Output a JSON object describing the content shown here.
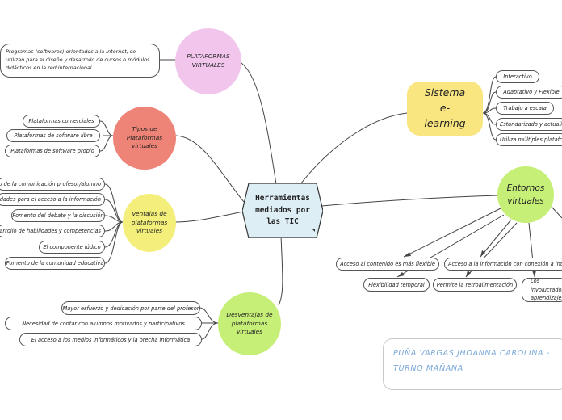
{
  "central": {
    "text": "Herramientas mediados por las TIC"
  },
  "colors": {
    "pink": "#f2c6ec",
    "salmon": "#ee8377",
    "yellow": "#f3ef7a",
    "green": "#c6ef77",
    "sistema": "#fae680",
    "central": "#ddeef5",
    "author_text": "#7aa8d8"
  },
  "plataformas": {
    "label": "PLATAFORMAS VIRTUALES",
    "definition": "Programas (softwares) orientados a la Internet, se utilizan para el diseño y desarrollo de cursos o módulos didácticos en la red internacional."
  },
  "tipos": {
    "label": "Tipos de Plataformas virtuales",
    "items": [
      "Plataformas comerciales",
      "Plataformas de software libre",
      "Plataformas de software propio"
    ]
  },
  "ventajas": {
    "label": "Ventajas de plataformas virtuales",
    "items": [
      "Fomento de la comunicación profesor/alumno",
      "Facilidades para el acceso a la información",
      "Fomento del debate y la discusión",
      "Desarrollo de habilidades y competencias",
      "El componente lúdico",
      "Fomento de la comunidad educativa"
    ]
  },
  "desventajas": {
    "label": "Desventajas de plataformas virtuales",
    "items": [
      "Mayor esfuerzo y dedicación por parte del profesor",
      "Necesidad de contar con alumnos motivados y participativos",
      "El acceso a los medios informáticos y la brecha informática"
    ]
  },
  "sistema": {
    "label": "Sistema e-learning",
    "items": [
      "Interactivo",
      "Adaptativo y Flexible",
      "Trabajo a escala",
      "Estandarizado y actualizado",
      "Utiliza múltiples plataformas"
    ]
  },
  "entornos": {
    "label": "Entornos virtuales",
    "items": [
      "Acceso al contenido es más flexible",
      "Acceso a la información con conexión a internet",
      "Flexibilidad temporal",
      "Permite la retroalimentación",
      "Los involucrados aprendizaje"
    ]
  },
  "author": {
    "line1": "PUÑA VARGAS JHOANNA CAROLINA -",
    "line2": "TURNO MAÑANA"
  }
}
